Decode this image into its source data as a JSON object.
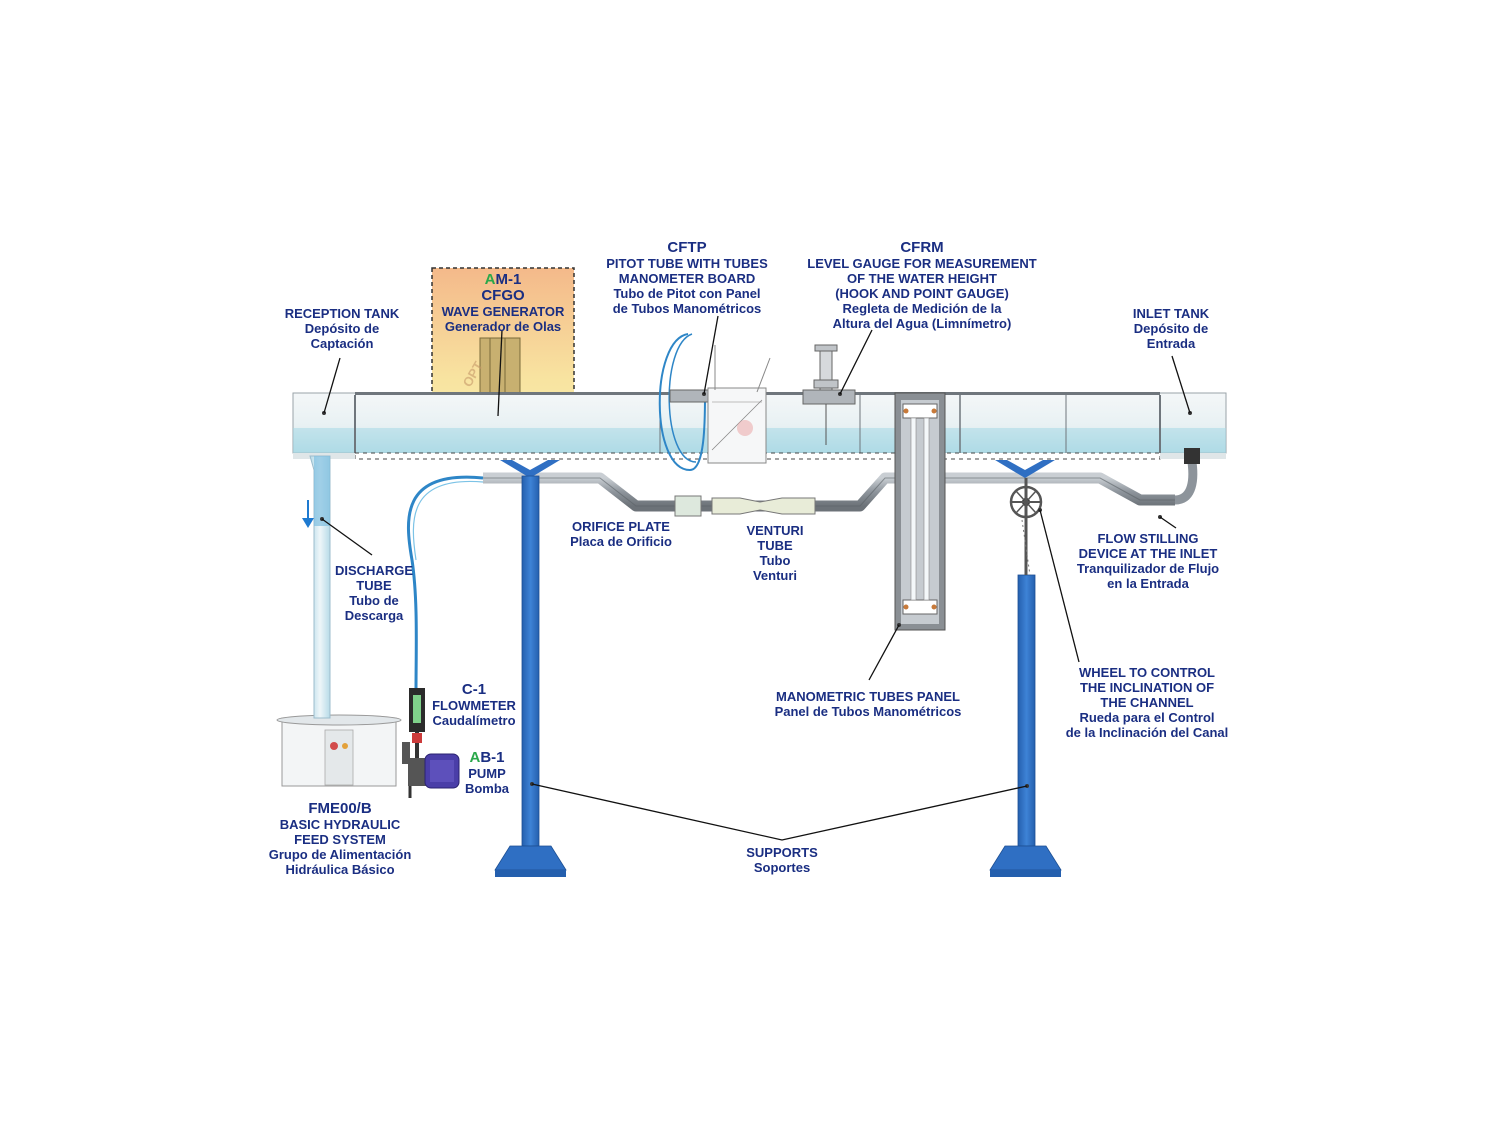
{
  "colors": {
    "label_text": "#1a2e82",
    "support_blue": "#2f6fc3",
    "water": "#9fd3e3",
    "pipe_gray": "#9aa1a8",
    "code_accent": "#2aa84a",
    "wave_generator_box": "#f3c48a"
  },
  "watermark": "OPT",
  "labels": {
    "reception_tank": {
      "en": "RECEPTION TANK",
      "es1": "Depósito de",
      "es2": "Captación"
    },
    "wave_generator": {
      "code_first": "A",
      "code_rest": "M-1",
      "code2": "CFGO",
      "en": "WAVE GENERATOR",
      "es": "Generador de Olas"
    },
    "pitot": {
      "code": "CFTP",
      "en1": "PITOT TUBE WITH TUBES",
      "en2": "MANOMETER BOARD",
      "es1": "Tubo de Pitot con Panel",
      "es2": "de Tubos Manométricos"
    },
    "level_gauge": {
      "code": "CFRM",
      "en1": "LEVEL GAUGE FOR MEASUREMENT",
      "en2": "OF THE WATER HEIGHT",
      "en3": "(HOOK AND POINT GAUGE)",
      "es1": "Regleta de Medición de la",
      "es2": "Altura del Agua (Limnímetro)"
    },
    "inlet_tank": {
      "en": "INLET TANK",
      "es1": "Depósito de",
      "es2": "Entrada"
    },
    "discharge_tube": {
      "en1": "DISCHARGE",
      "en2": "TUBE",
      "es1": "Tubo de",
      "es2": "Descarga"
    },
    "orifice_plate": {
      "en": "ORIFICE PLATE",
      "es": "Placa de Orificio"
    },
    "venturi": {
      "en1": "VENTURI",
      "en2": "TUBE",
      "es1": "Tubo",
      "es2": "Venturi"
    },
    "flow_stilling": {
      "en1": "FLOW STILLING",
      "en2": "DEVICE AT THE INLET",
      "es1": "Tranquilizador de Flujo",
      "es2": "en la Entrada"
    },
    "flowmeter": {
      "code": "C-1",
      "en": "FLOWMETER",
      "es": "Caudalímetro"
    },
    "pump": {
      "code_first": "A",
      "code_rest": "B-1",
      "en": "PUMP",
      "es": "Bomba"
    },
    "manometric_panel": {
      "en": "MANOMETRIC TUBES PANEL",
      "es": "Panel de Tubos Manométricos"
    },
    "wheel": {
      "en1": "WHEEL TO CONTROL",
      "en2": "THE INCLINATION OF",
      "en3": "THE CHANNEL",
      "es1": "Rueda para el Control",
      "es2": "de la Inclinación del Canal"
    },
    "feed_system": {
      "code": "FME00/B",
      "en1": "BASIC HYDRAULIC",
      "en2": "FEED SYSTEM",
      "es1": "Grupo de Alimentación",
      "es2": "Hidráulica Básico"
    },
    "supports": {
      "en": "SUPPORTS",
      "es": "Soportes"
    }
  }
}
